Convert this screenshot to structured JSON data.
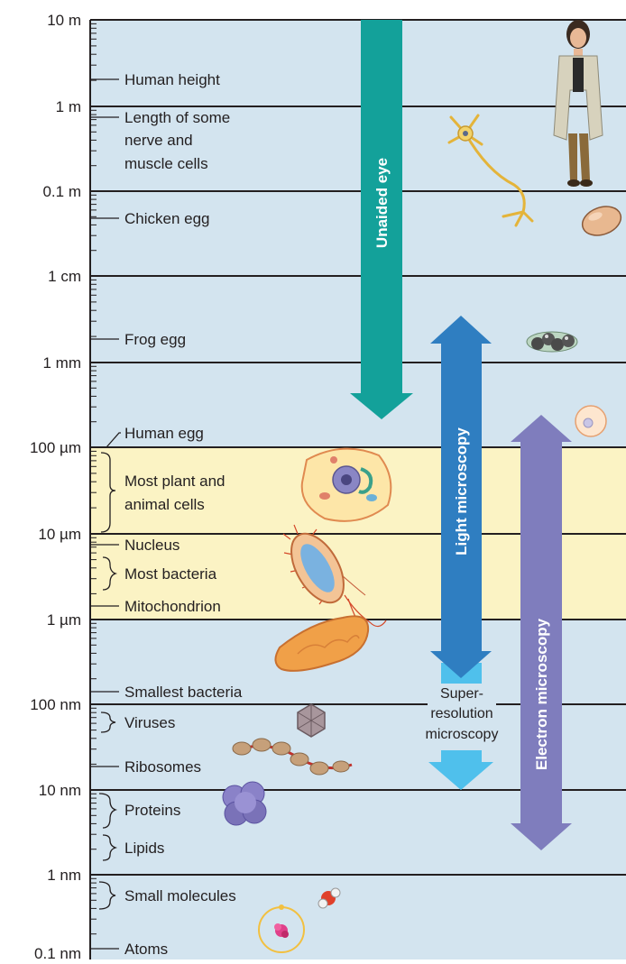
{
  "colors": {
    "background": "#d3e4ef",
    "cell_band": "#fbf3c4",
    "unaided_eye": "#13a19a",
    "light_microscopy": "#2f7ec1",
    "super_resolution": "#4fc0ec",
    "electron_microscopy": "#7f7dbd"
  },
  "scale": {
    "ticks": [
      "10 m",
      "1 m",
      "0.1 m",
      "1 cm",
      "1 mm",
      "100 µm",
      "10 µm",
      "1 µm",
      "100 nm",
      "10 nm",
      "1 nm",
      "0.1 nm"
    ]
  },
  "items": {
    "human_height": "Human height",
    "nerve_muscle_1": "Length of some",
    "nerve_muscle_2": "nerve and",
    "nerve_muscle_3": "muscle cells",
    "chicken_egg": "Chicken egg",
    "frog_egg": "Frog egg",
    "human_egg": "Human egg",
    "plant_animal_1": "Most plant and",
    "plant_animal_2": "animal cells",
    "nucleus": "Nucleus",
    "most_bacteria": "Most bacteria",
    "mitochondrion": "Mitochondrion",
    "smallest_bacteria": "Smallest bacteria",
    "viruses": "Viruses",
    "ribosomes": "Ribosomes",
    "proteins": "Proteins",
    "lipids": "Lipids",
    "small_molecules": "Small molecules",
    "atoms": "Atoms"
  },
  "ranges": {
    "unaided_eye": "Unaided eye",
    "light_microscopy": "Light microscopy",
    "super_1": "Super-",
    "super_2": "resolution",
    "super_3": "microscopy",
    "electron_microscopy": "Electron microscopy"
  }
}
